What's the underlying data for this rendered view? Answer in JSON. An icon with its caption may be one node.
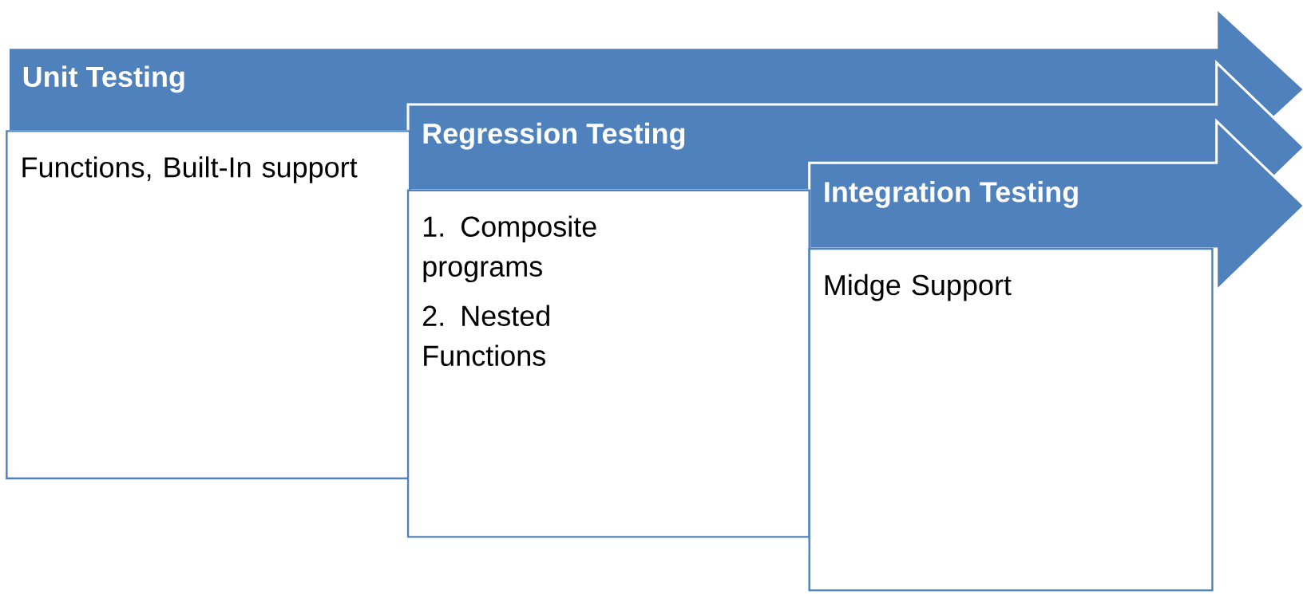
{
  "diagram": {
    "nodes": [
      {
        "text": [
          "Unit Testing"
        ]
      },
      {
        "text": [
          "Functions, Built-In support"
        ]
      },
      {
        "text": [
          "Regression Testing"
        ]
      },
      {
        "text": [
          "1. Composite programs",
          "2. Nested Functions"
        ]
      },
      {
        "text": [
          "Integration Testing"
        ]
      },
      {
        "text": [
          "Midge Support"
        ]
      }
    ]
  }
}
